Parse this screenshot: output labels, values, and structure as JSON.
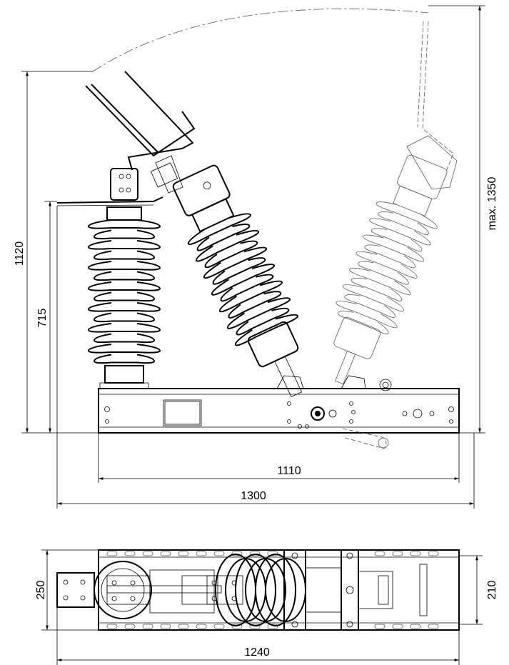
{
  "dimensions": {
    "side_view": {
      "total_height": "1120",
      "insulator_height": "715",
      "max_height": "max. 1350",
      "frame_width": "1110",
      "overall_width": "1300"
    },
    "top_view": {
      "width": "250",
      "inner_width": "210",
      "length": "1240"
    }
  },
  "colors": {
    "line": "#000000",
    "ghost": "#555555",
    "background": "#ffffff"
  }
}
